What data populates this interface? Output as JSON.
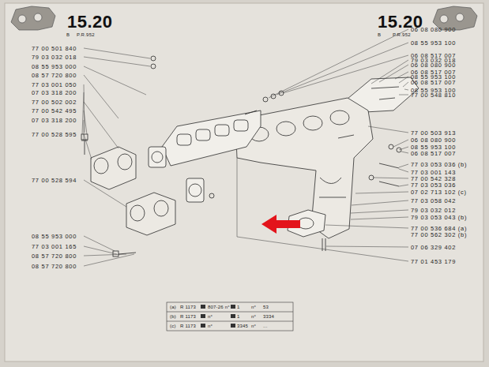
{
  "diagram": {
    "labels": [
      "15.20",
      "B",
      "P.R.952",
      "15.20",
      "B",
      "P.R.952",
      "77 00 501 840",
      "79 03 032 018",
      "08 55 953 000",
      "08 57 720 800",
      "77 03 001 050",
      "07 03 318 200",
      "77 00 502 002",
      "77 00 542 495",
      "07 03 318 200",
      "77 00 528 595",
      "77 00 528 594",
      "08 55 953 000",
      "77 03 001 165",
      "08 57 720 800",
      "08 57 720 800",
      "06 08 080 900",
      "08 55 953 100",
      "06 08 517 007",
      "79 03 032 018",
      "06 08 080 900",
      "06 08 517 007",
      "08 55 953 100",
      "06 08 517 007",
      "08 55 953 100",
      "77 00 548 810",
      "77 00 503 913",
      "06 08 080 900",
      "08 55 953 100",
      "06 08 517 007",
      "77 03 053 036 (b)",
      "77 03 001 143",
      "77 00 542 328",
      "77 03 053 036",
      "07 02 713 102 (c)",
      "77 03 058 042",
      "79 03 032 012",
      "79 03 053 043 (b)",
      "77 00 536 684 (a)",
      "77 00 562 302 (b)",
      "07 06 329 402",
      "77 01 453 179",
      "(a)",
      "R 1173",
      "807-26 n°",
      "1",
      "n°",
      "53",
      "(b)",
      "R 1173",
      "n°",
      "1",
      "n°",
      "3334",
      "(c)",
      "R 1173",
      "n°",
      "3345",
      "n°",
      "..."
    ]
  }
}
